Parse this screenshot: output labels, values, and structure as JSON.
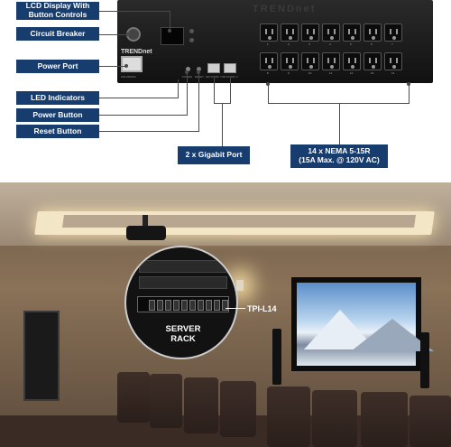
{
  "device": {
    "brand": "TRENDnet",
    "power_port_caption": "100-240VAC",
    "ethernet_ports": [
      "NETWORK 1",
      "NETWORK 2"
    ],
    "status_label": "STATUS",
    "reset_label": "RESET",
    "power_label": "POWER",
    "outlet_labels_top": [
      "1",
      "2",
      "3",
      "4",
      "5",
      "6",
      "7"
    ],
    "outlet_labels_bottom": [
      "8",
      "9",
      "10",
      "11",
      "12",
      "13",
      "14"
    ]
  },
  "callouts": {
    "lcd": "LCD Display With Button Controls",
    "breaker": "Circuit Breaker",
    "power_port": "Power Port",
    "led": "LED Indicators",
    "power_button": "Power Button",
    "reset_button": "Reset Button",
    "gigabit": "2 x Gigabit Port",
    "outlets_line1": "14 x NEMA 5-15R",
    "outlets_line2": "(15A Max. @ 120V AC)"
  },
  "scene": {
    "rack_label_line1": "SERVER",
    "rack_label_line2": "RACK",
    "product_label": "TPI-L14"
  },
  "colors": {
    "callout_bg": "#173c6e",
    "callout_text": "#ffffff",
    "device_body": "#1a1a1a"
  }
}
